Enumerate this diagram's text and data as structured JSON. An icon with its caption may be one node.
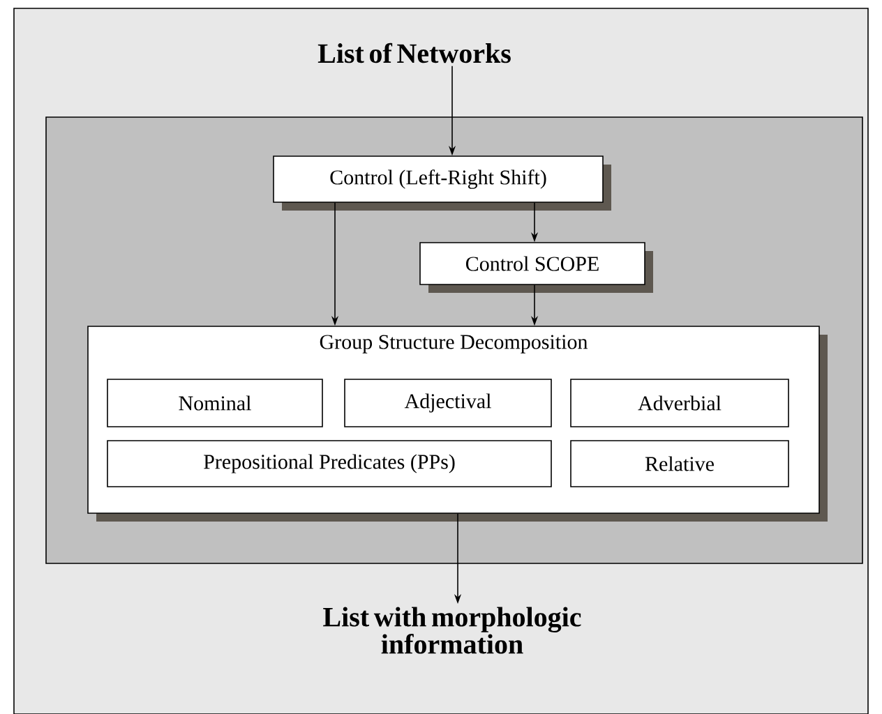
{
  "diagram": {
    "nodes": [
      {
        "text": [
          "List of Networks"
        ]
      },
      {
        "text": [],
        "shape": "box"
      },
      {
        "text": [
          "Control (Left-Right Shift)"
        ],
        "in": 1
      },
      {
        "text": [
          "Control SCOPE"
        ],
        "in": 1
      },
      {
        "text": [
          "Group Structure Decomposition"
        ],
        "in": 1
      },
      {
        "text": [
          "Nominal"
        ],
        "in": 4
      },
      {
        "text": [
          "Adjectival"
        ],
        "in": 4
      },
      {
        "text": [
          "Adverbial"
        ],
        "in": 4
      },
      {
        "text": [
          "Prepositional Predicates (PPs)"
        ],
        "in": 4
      },
      {
        "text": [
          "Relative"
        ],
        "in": 4
      },
      {
        "text": [
          "List with morphologic information"
        ]
      }
    ],
    "edges": [
      {
        "from": 0,
        "to": 2,
        "arrow": "to"
      },
      {
        "from": 2,
        "to": 4,
        "arrow": "to"
      },
      {
        "from": 2,
        "to": 3,
        "arrow": "to"
      },
      {
        "from": 3,
        "to": 4,
        "arrow": "to"
      },
      {
        "from": 4,
        "to": 10,
        "arrow": "to"
      }
    ]
  }
}
